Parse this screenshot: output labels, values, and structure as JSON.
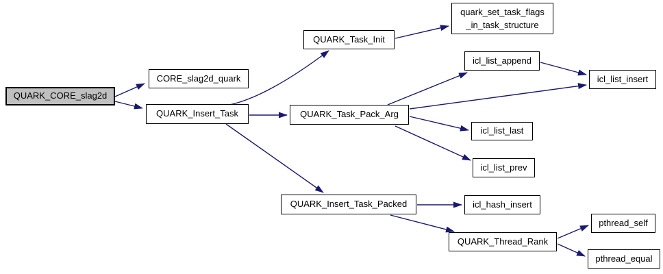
{
  "diagram": {
    "type": "call-graph",
    "background_color": "#ffffff",
    "edge_color": "#191970",
    "node_border_color": "#000000",
    "node_fill_color": "#ffffff",
    "root_node_fill_color": "#c0c0c0",
    "root_node": "QUARK_CORE_slag2d"
  },
  "nodes": [
    {
      "id": "QUARK_CORE_slag2d",
      "label": "QUARK_CORE_slag2d",
      "root": true
    },
    {
      "id": "CORE_slag2d_quark",
      "label": "CORE_slag2d_quark"
    },
    {
      "id": "QUARK_Insert_Task",
      "label": "QUARK_Insert_Task"
    },
    {
      "id": "QUARK_Task_Init",
      "label": "QUARK_Task_Init"
    },
    {
      "id": "quark_set_task_flags_in_task_structure",
      "label": "quark_set_task_flags_in_task_structure",
      "lines": [
        "quark_set_task_flags",
        "_in_task_structure"
      ]
    },
    {
      "id": "icl_list_append",
      "label": "icl_list_append"
    },
    {
      "id": "icl_list_insert",
      "label": "icl_list_insert"
    },
    {
      "id": "QUARK_Task_Pack_Arg",
      "label": "QUARK_Task_Pack_Arg"
    },
    {
      "id": "icl_list_last",
      "label": "icl_list_last"
    },
    {
      "id": "icl_list_prev",
      "label": "icl_list_prev"
    },
    {
      "id": "QUARK_Insert_Task_Packed",
      "label": "QUARK_Insert_Task_Packed"
    },
    {
      "id": "icl_hash_insert",
      "label": "icl_hash_insert"
    },
    {
      "id": "QUARK_Thread_Rank",
      "label": "QUARK_Thread_Rank"
    },
    {
      "id": "pthread_self",
      "label": "pthread_self"
    },
    {
      "id": "pthread_equal",
      "label": "pthread_equal"
    }
  ],
  "edges": [
    {
      "from": "QUARK_CORE_slag2d",
      "to": "CORE_slag2d_quark"
    },
    {
      "from": "QUARK_CORE_slag2d",
      "to": "QUARK_Insert_Task"
    },
    {
      "from": "QUARK_Insert_Task",
      "to": "QUARK_Task_Init"
    },
    {
      "from": "QUARK_Insert_Task",
      "to": "QUARK_Task_Pack_Arg"
    },
    {
      "from": "QUARK_Insert_Task",
      "to": "QUARK_Insert_Task_Packed"
    },
    {
      "from": "QUARK_Task_Init",
      "to": "quark_set_task_flags_in_task_structure"
    },
    {
      "from": "QUARK_Task_Pack_Arg",
      "to": "icl_list_append"
    },
    {
      "from": "QUARK_Task_Pack_Arg",
      "to": "icl_list_insert"
    },
    {
      "from": "icl_list_append",
      "to": "icl_list_insert"
    },
    {
      "from": "QUARK_Task_Pack_Arg",
      "to": "icl_list_last"
    },
    {
      "from": "QUARK_Task_Pack_Arg",
      "to": "icl_list_prev"
    },
    {
      "from": "QUARK_Insert_Task_Packed",
      "to": "icl_hash_insert"
    },
    {
      "from": "QUARK_Insert_Task_Packed",
      "to": "QUARK_Thread_Rank"
    },
    {
      "from": "QUARK_Thread_Rank",
      "to": "pthread_self"
    },
    {
      "from": "QUARK_Thread_Rank",
      "to": "pthread_equal"
    }
  ]
}
